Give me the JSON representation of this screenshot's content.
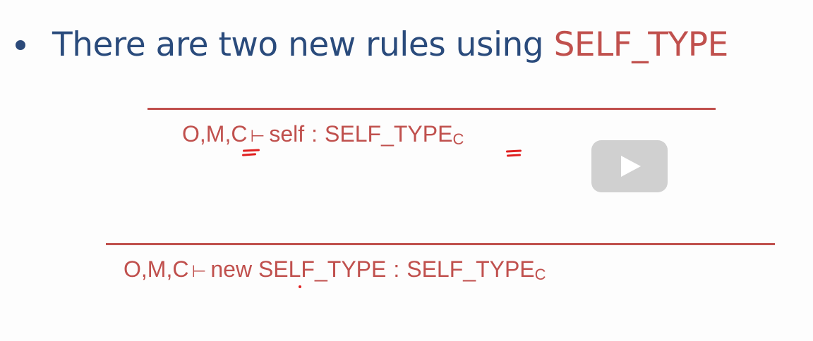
{
  "bullet": {
    "text_plain": "There are two new rules using ",
    "text_keyword": "SELF_TYPE",
    "text_color": "#2a4b7c",
    "keyword_color": "#c0504d"
  },
  "rules": [
    {
      "context": "O,M,C",
      "turnstile": "⊢",
      "expression": "self",
      "colon": ":",
      "type": "SELF_TYPE",
      "subscript": "C"
    },
    {
      "context": "O,M,C",
      "turnstile": "⊢",
      "expression": "new SELF_TYPE",
      "colon": ":",
      "type": "SELF_TYPE",
      "subscript": "C"
    }
  ],
  "colors": {
    "rule": "#c0504d",
    "annotation": "#e02020",
    "play_button": "#bebebe"
  },
  "video_overlay": {
    "icon": "play-icon"
  }
}
